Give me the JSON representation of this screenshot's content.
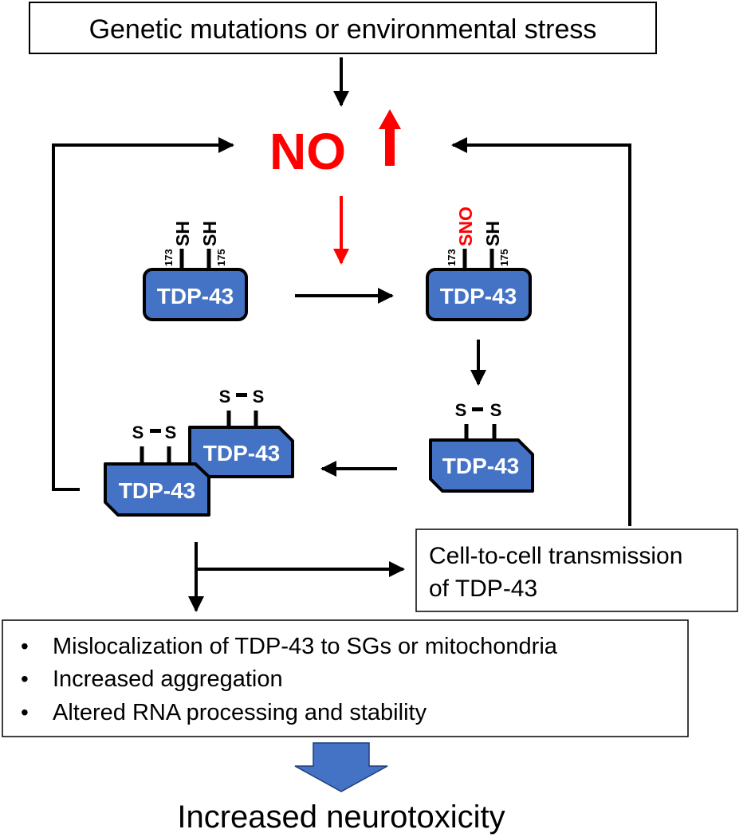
{
  "top_box": {
    "text": "Genetic mutations or environmental stress"
  },
  "no": {
    "label": "NO",
    "arrow": "up-arrow"
  },
  "protein": {
    "name": "TDP-43"
  },
  "thiol": {
    "sh": "SH",
    "sno": "SNO",
    "s": "S",
    "res_a": "173",
    "res_b": "175"
  },
  "transmission_box": {
    "line1": "Cell-to-cell transmission",
    "line2": "of TDP-43"
  },
  "effects": {
    "bullet": "•",
    "items": [
      "Mislocalization of TDP-43 to SGs or mitochondria",
      "Increased aggregation",
      "Altered RNA processing and stability"
    ]
  },
  "outcome": {
    "text": "Increased neurotoxicity"
  },
  "colors": {
    "protein_fill": "#4472c4",
    "red": "#ff0000",
    "outline": "#000000",
    "big_arrow": "#4472c4"
  }
}
